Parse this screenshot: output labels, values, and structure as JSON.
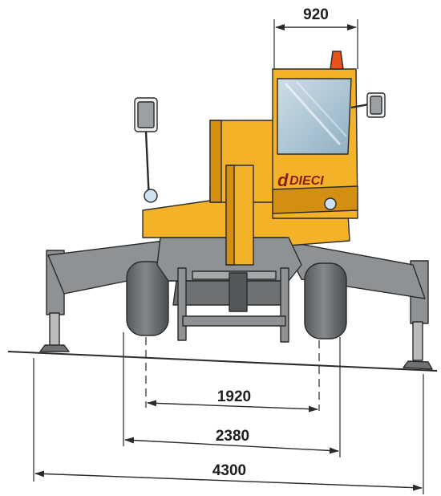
{
  "brand": {
    "logo_mark": "d",
    "name": "DIECI"
  },
  "dimensions": {
    "cab_width": "920",
    "wheel_track": "1920",
    "overall_wheel_width": "2380",
    "outrigger_span": "4300"
  },
  "colors": {
    "body_yellow": "#f3b227",
    "body_shadow": "#d38f12",
    "chassis_grey": "#8f9295",
    "chassis_dark": "#55585b",
    "tyre_grey": "#6e7174",
    "beacon_orange": "#e8531c",
    "glass_blue": "#a9c3d4",
    "line_dark": "#2a2a2a",
    "brand_red": "#8b1c13"
  },
  "icons": [
    "left-mirror-icon",
    "right-mirror-icon",
    "beacon-icon",
    "headlight-icon"
  ]
}
